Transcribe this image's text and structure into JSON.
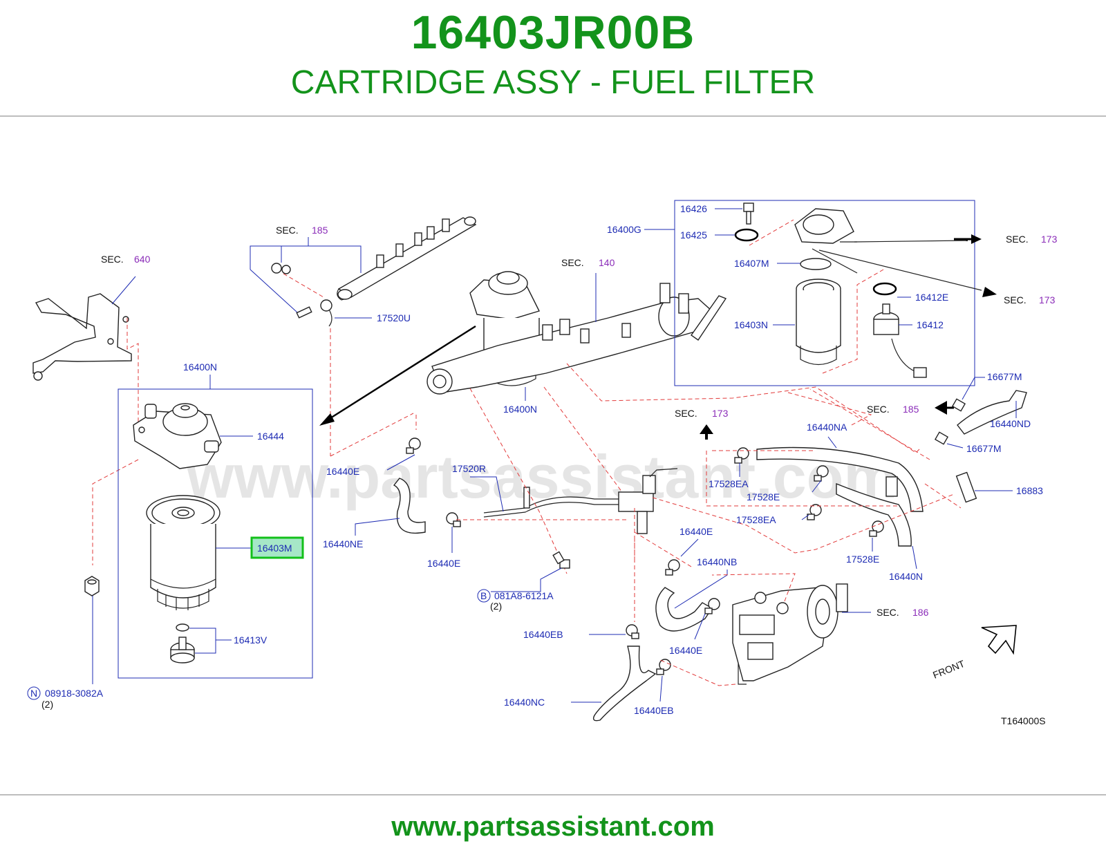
{
  "header": {
    "part_number": "16403JR00B",
    "part_name": "CARTRIDGE ASSY - FUEL FILTER"
  },
  "watermark": "www.partsassistant.com",
  "footer": {
    "url": "www.partsassistant.com"
  },
  "diagram": {
    "code": "T164000S",
    "front_label": "FRONT",
    "highlighted_label": "16403M",
    "sec_word": "SEC.",
    "sections": [
      "640",
      "185",
      "140",
      "173",
      "173",
      "173",
      "185",
      "186"
    ],
    "labels": {
      "l16400N_top": "16400N",
      "l16444": "16444",
      "l16403M": "16403M",
      "l16413V": "16413V",
      "l08918": "08918-3082A",
      "l08918_qty": "(2)",
      "l08918_circle": "N",
      "l17520U": "17520U",
      "l16400N_mid": "16400N",
      "l16440E_1": "16440E",
      "l17520R": "17520R",
      "l16440NE": "16440NE",
      "l16440E_2": "16440E",
      "l081A8": "081A8-6121A",
      "l081A8_qty": "(2)",
      "l081A8_circle": "B",
      "l16400G": "16400G",
      "l16426": "16426",
      "l16425": "16425",
      "l16407M": "16407M",
      "l16412E": "16412E",
      "l16412": "16412",
      "l16403N": "16403N",
      "l16677M_top": "16677M",
      "l16440ND": "16440ND",
      "l16677M_bot": "16677M",
      "l16440NA": "16440NA",
      "l17528EA_1": "17528EA",
      "l17528E_1": "17528E",
      "l17528EA_2": "17528EA",
      "l16883": "16883",
      "l17528E_2": "17528E",
      "l16440N_bot": "16440N",
      "l16440E_3": "16440E",
      "l16440NB": "16440NB",
      "l16440EB_1": "16440EB",
      "l16440E_4": "16440E",
      "l16440NC": "16440NC",
      "l16440EB_2": "16440EB"
    }
  }
}
